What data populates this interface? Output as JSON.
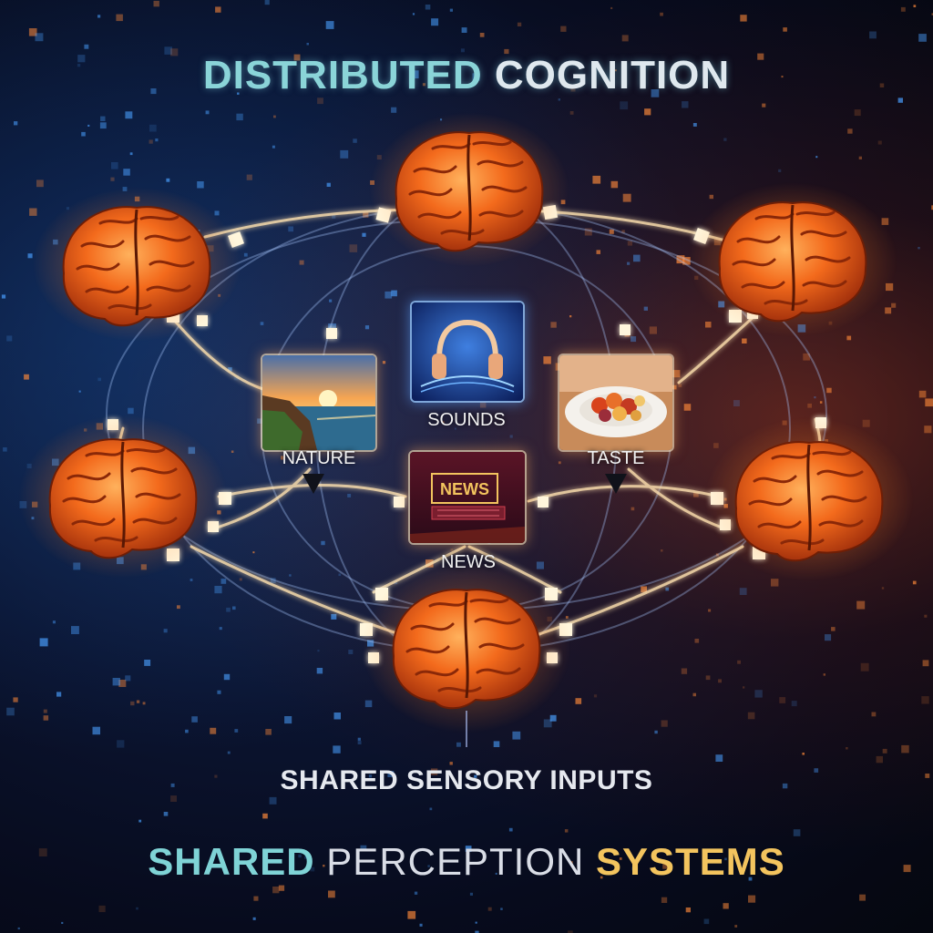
{
  "header": {
    "title_part1": "DISTRIBUTED",
    "title_part2": "COGNITION"
  },
  "center": {
    "subtitle": "SHARED SENSORY INPUTS"
  },
  "footer": {
    "title_part1": "SHARED",
    "title_part2": "PERCEPTION",
    "title_part3": "SYSTEMS"
  },
  "inputs": [
    {
      "id": "nature",
      "label": "NATURE",
      "icon": "sunset-coast-icon"
    },
    {
      "id": "sounds",
      "label": "SOUNDS",
      "icon": "headphones-icon"
    },
    {
      "id": "taste",
      "label": "TASTE",
      "icon": "food-plate-icon"
    },
    {
      "id": "news",
      "label": "NEWS",
      "icon": "news-screen-icon",
      "sign_text": "NEWS"
    }
  ],
  "brains": [
    {
      "id": "top",
      "icon": "brain-icon"
    },
    {
      "id": "top-left",
      "icon": "brain-icon"
    },
    {
      "id": "top-right",
      "icon": "brain-icon"
    },
    {
      "id": "mid-left",
      "icon": "brain-icon"
    },
    {
      "id": "mid-right",
      "icon": "brain-icon"
    },
    {
      "id": "bottom",
      "icon": "brain-icon"
    }
  ],
  "colors": {
    "brain_orange": "#f36a1c",
    "brain_dark": "#a8300c",
    "link_glow": "#ffe9b8",
    "accent_teal": "#7fd3d6",
    "accent_gold": "#f3c45e"
  }
}
